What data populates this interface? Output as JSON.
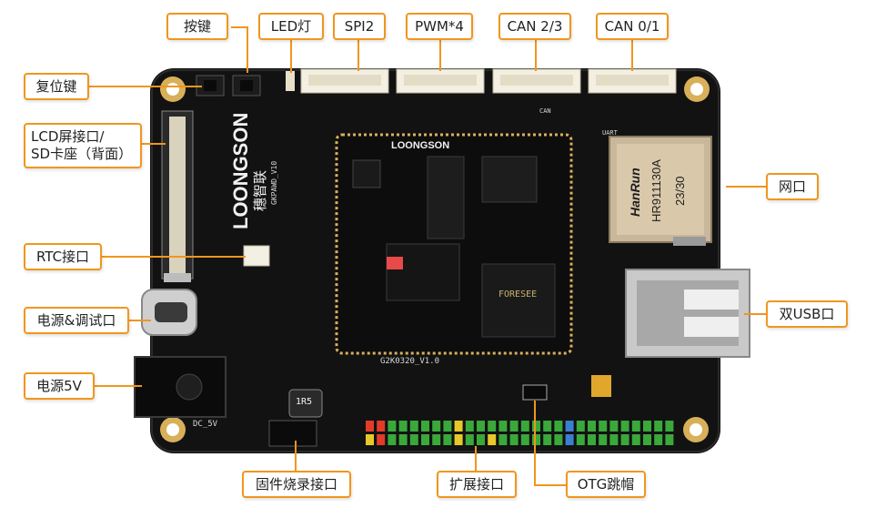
{
  "labels": {
    "key": "按键",
    "led": "LED灯",
    "spi2": "SPI2",
    "pwm": "PWM*4",
    "can23": "CAN 2/3",
    "can01": "CAN 0/1",
    "reset": "复位键",
    "lcd_line1": "LCD屏接口/",
    "lcd_line2": "SD卡座（背面）",
    "network": "网口",
    "rtc": "RTC接口",
    "dual_usb": "双USB口",
    "power_debug": "电源&调试口",
    "power5v": "电源5V",
    "firmware": "固件烧录接口",
    "expansion": "扩展接口",
    "otg": "OTG跳帽"
  },
  "board": {
    "brand": "LOONGSON",
    "brand_vertical": "LOONGSON",
    "maker": "穗智联",
    "model_vertical": "GKPAWD_V10",
    "core_module": "G2K0320_V1.0",
    "rj45_brand": "HanRun",
    "rj45_model": "HR911130A",
    "rj45_rev": "23/30",
    "dc_label": "DC_5V",
    "inductor": "1R5",
    "core_chip": "FORESEE",
    "can_silk": "CAN",
    "uart_silk": "UART"
  },
  "colors": {
    "accent": "#f0961e",
    "pcb": "#121212",
    "connector": "#f3efe2",
    "pad_gold": "#d8b05a"
  }
}
